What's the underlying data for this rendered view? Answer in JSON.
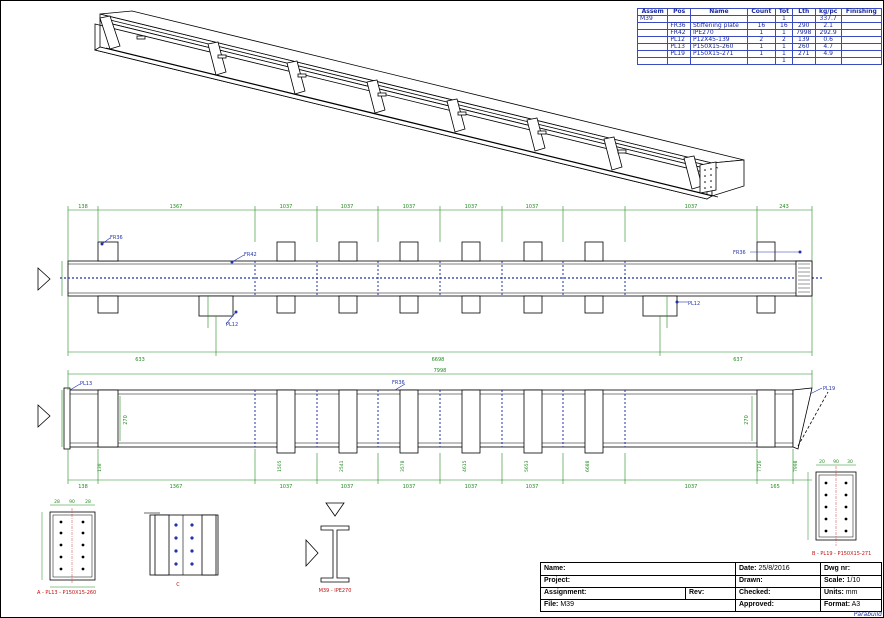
{
  "bom": {
    "headers": [
      "Assem",
      "Pos",
      "Name",
      "Count",
      "Tot",
      "Lth",
      "kg/pc",
      "Finishing"
    ],
    "rows": [
      [
        "M39",
        "",
        "",
        "",
        "1",
        "",
        "337.7",
        ""
      ],
      [
        "",
        "FR36",
        "Stiffening plate",
        "16",
        "16",
        "290",
        "2.1",
        ""
      ],
      [
        "",
        "FR42",
        "IPE270",
        "1",
        "1",
        "7998",
        "292.9",
        ""
      ],
      [
        "",
        "PL12",
        "P12X45-139",
        "2",
        "2",
        "139",
        "0.6",
        ""
      ],
      [
        "",
        "PL13",
        "P150X15-260",
        "1",
        "1",
        "260",
        "4.7",
        ""
      ],
      [
        "",
        "PL19",
        "P150X15-271",
        "1",
        "1",
        "271",
        "4.9",
        ""
      ],
      [
        "",
        "",
        "",
        "",
        "1",
        "",
        "",
        ""
      ]
    ]
  },
  "front_view": {
    "top_dims": [
      "138",
      "1367",
      "1037",
      "1037",
      "1037",
      "1037",
      "1037",
      "1037",
      "243"
    ],
    "bottom_dims": [
      "633",
      "6698",
      "637"
    ],
    "parts": [
      "FR36",
      "FR42",
      "PL12",
      "FR36",
      "PL12"
    ]
  },
  "top_view": {
    "overall": "7998",
    "bottom_dims": [
      "138",
      "1367",
      "1037",
      "1037",
      "1037",
      "1037",
      "1037",
      "1037",
      "165"
    ],
    "parts": [
      "PL13",
      "FR36",
      "PL19"
    ],
    "inner_dims": [
      "270",
      "270"
    ],
    "vertical_dims": [
      "138",
      "1505",
      "2541",
      "3578",
      "4615",
      "5653",
      "6688",
      "7726",
      "7998"
    ]
  },
  "detail_views": {
    "a_label": "A - PL13 - P150X15-260",
    "b_label": "B - PL19 - P150X15-271",
    "c_label": "C",
    "section_label": "M39 - IPE270",
    "a_dims_top": [
      "28",
      "90",
      "28"
    ],
    "b_dims_top": [
      "20",
      "90",
      "30"
    ]
  },
  "title_block": {
    "name_lbl": "Name:",
    "name_val": "",
    "project_lbl": "Project:",
    "project_val": "",
    "assignment_lbl": "Assignment:",
    "assignment_val": "",
    "rev_lbl": "Rev:",
    "file_lbl": "File:",
    "file_val": "M39",
    "date_lbl": "Date:",
    "date_val": "25/8/2016",
    "drawn_lbl": "Drawn:",
    "drawn_val": "",
    "checked_lbl": "Checked:",
    "checked_val": "",
    "approved_lbl": "Approved:",
    "approved_val": "",
    "dwg_lbl": "Dwg nr:",
    "dwg_val": "",
    "scale_lbl": "Scale:",
    "scale_val": "1/10",
    "units_lbl": "Units:",
    "units_val": "mm",
    "format_lbl": "Format:",
    "format_val": "A3"
  },
  "brand": "Parabuild",
  "colors": {
    "dim": "#1f8a1f",
    "part": "#2233aa",
    "line": "#000000",
    "axis": "#c01010"
  }
}
